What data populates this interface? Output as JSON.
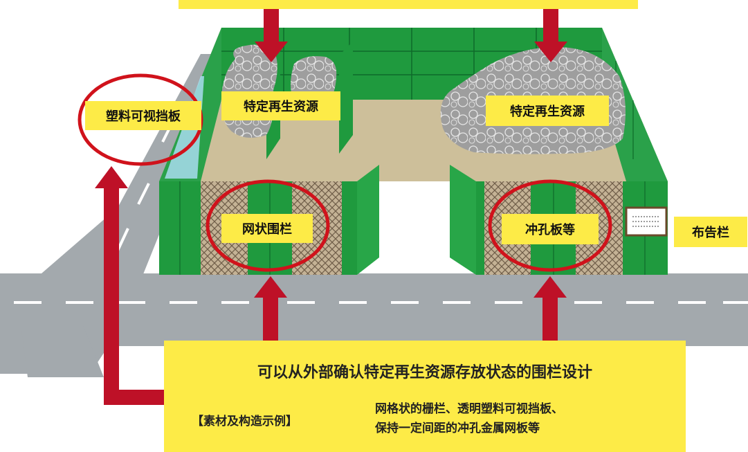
{
  "labels": {
    "plastic_panel": "塑料可视挡板",
    "resource_left": "特定再生资源",
    "resource_right": "特定再生资源",
    "mesh_fence": "网状围栏",
    "perforated": "冲孔板等",
    "notice_board": "布告栏"
  },
  "info": {
    "title": "可以从外部确认特定再生资源存放状态的围栏设计",
    "key": "【素材及构造示例】",
    "line1": "网格状的栅栏、透明塑料可视挡板、",
    "line2": "保持一定间距的冲孔金属网板等"
  },
  "colors": {
    "road": "#a3a9ad",
    "fence_green": "#1f9a3e",
    "yard": "#cdbf9a",
    "label_yellow": "#fdeb47",
    "arrow_red": "#be1127",
    "circle_red": "#d0121b",
    "mesh": "#b3a18a",
    "rock": "#9a9a9a",
    "plastic_panel": "#a8dcef"
  }
}
